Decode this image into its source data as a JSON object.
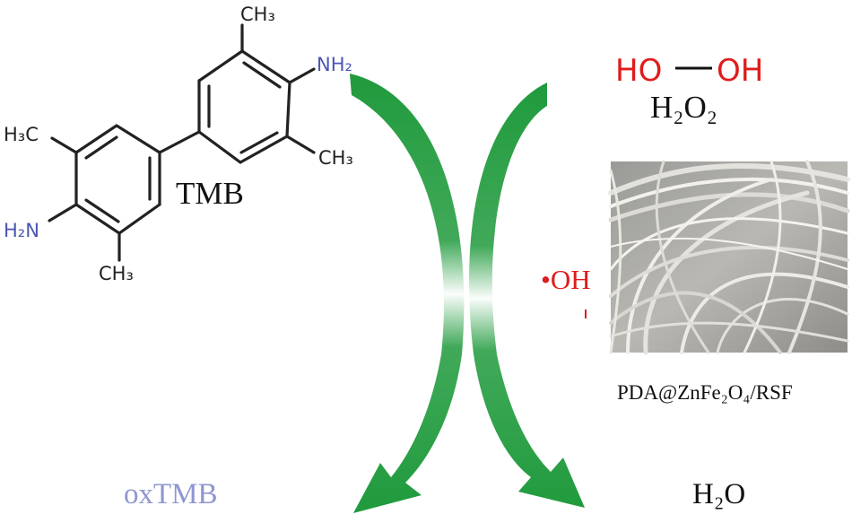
{
  "tmb": {
    "name": "TMB",
    "groups": {
      "ch3_top": "CH₃",
      "nh2_top": "NH₂",
      "ch3_right": "CH₃",
      "ch3_left": "H₃C",
      "nh2_left": "H₂N",
      "ch3_bottom": "CH₃"
    }
  },
  "h2o2": {
    "left_group": "HO",
    "right_group": "OH",
    "formula": "H₂O₂"
  },
  "radical": "•OH",
  "material_label": "PDA@ZnFe₂O₄/RSF",
  "product_left": "oxTMB",
  "product_right": "H₂O",
  "colors": {
    "arrow_green": "#1f9a3c",
    "amine_blue": "#4b55b5",
    "oxtmb_blue": "#8f96cf",
    "reactive_red": "#e01c1c",
    "bond_black": "#222222"
  }
}
